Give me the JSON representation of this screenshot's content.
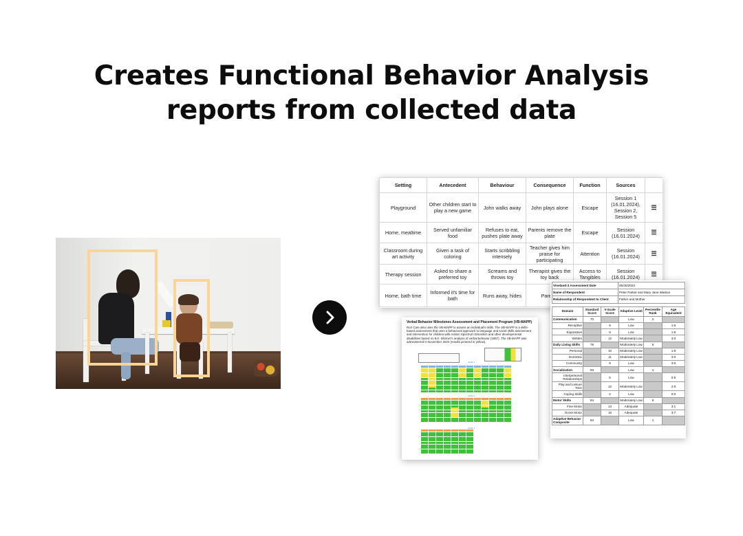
{
  "headline": {
    "line1": "Creates Functional Behavior Analysis",
    "line2": "reports from collected data"
  },
  "fba_table": {
    "headers": [
      "Setting",
      "Antecedent",
      "Behaviour",
      "Consequence",
      "Function",
      "Sources",
      ""
    ],
    "rows": [
      [
        "Playground",
        "Other children start to play a new game",
        "John walks away",
        "John plays alone",
        "Escape",
        "Session 1 (16.01.2024), Session 2, Session 5"
      ],
      [
        "Home, mealtime",
        "Served unfamiliar food",
        "Refuses to eat, pushes plate away",
        "Parents remove the plate",
        "Escape",
        "Session (16.01.2024)"
      ],
      [
        "Classroom during art activity",
        "Given a task of coloring",
        "Starts scribbling intensely",
        "Teacher gives him praise for participating",
        "Attention",
        "Session (16.01.2024)"
      ],
      [
        "Therapy session",
        "Asked to share a preferred toy",
        "Screams and throws toy",
        "Therapist gives the toy back",
        "Access to Tangibles",
        "Session (16.01.2024)"
      ],
      [
        "Home, bath time",
        "Informed it's time for bath",
        "Runs away, hides",
        "Parents",
        "",
        ""
      ]
    ],
    "row_menu_icon": "menu-icon"
  },
  "vineland": {
    "meta": [
      [
        "Vineland-3 Assessment Date",
        "05/25/2023"
      ],
      [
        "Name of Respondent",
        "Peter Parker and Mary Jane Watson"
      ],
      [
        "Relationship of Respondent to Client",
        "Father and Mother"
      ]
    ],
    "headers": [
      "Domain",
      "Standard Score",
      "V-Scale Score",
      "Adaptive Level",
      "Percentile Rank",
      "Age Equivalent"
    ],
    "rows": [
      {
        "kind": "dom",
        "cells": [
          "Communication",
          "70",
          "",
          "Low",
          "2",
          ""
        ]
      },
      {
        "kind": "sub",
        "cells": [
          "Receptive",
          "",
          "8",
          "Low",
          "",
          "1:6"
        ]
      },
      {
        "kind": "sub",
        "cells": [
          "Expressive",
          "",
          "8",
          "Low",
          "",
          "1:6"
        ]
      },
      {
        "kind": "sub",
        "cells": [
          "Written",
          "",
          "12",
          "Moderately Low",
          "",
          "3:0"
        ]
      },
      {
        "kind": "dom",
        "cells": [
          "Daily Living Skills",
          "75",
          "",
          "Moderately Low",
          "5",
          ""
        ]
      },
      {
        "kind": "sub",
        "cells": [
          "Personal",
          "",
          "10",
          "Moderately Low",
          "",
          "1:9"
        ]
      },
      {
        "kind": "sub",
        "cells": [
          "Domestic",
          "",
          "11",
          "Moderately Low",
          "",
          "3:0"
        ]
      },
      {
        "kind": "sub",
        "cells": [
          "Community",
          "",
          "9",
          "Low",
          "",
          "3:0"
        ]
      },
      {
        "kind": "dom",
        "cells": [
          "Socialization",
          "63",
          "",
          "Low",
          "1",
          ""
        ]
      },
      {
        "kind": "sub",
        "cells": [
          "Interpersonal Relationships",
          "",
          "5",
          "Low",
          "",
          "0:5"
        ]
      },
      {
        "kind": "sub",
        "cells": [
          "Play and Leisure Time",
          "",
          "12",
          "Moderately Low",
          "",
          "2:0"
        ]
      },
      {
        "kind": "sub",
        "cells": [
          "Coping Skills",
          "",
          "2",
          "Low",
          "",
          "0:0"
        ]
      },
      {
        "kind": "dom",
        "cells": [
          "Motor Skills",
          "84",
          "",
          "Moderately Low",
          "5",
          ""
        ]
      },
      {
        "kind": "sub",
        "cells": [
          "Fine Motor",
          "",
          "13",
          "Adequate",
          "",
          "3:1"
        ]
      },
      {
        "kind": "sub",
        "cells": [
          "Gross Motor",
          "",
          "15",
          "Adequate",
          "",
          "3:7"
        ]
      },
      {
        "kind": "dom",
        "cells": [
          "Adaptive Behavior Composite",
          "64",
          "",
          "Low",
          "1",
          ""
        ]
      }
    ]
  },
  "vbmapp": {
    "title": "Verbal Behavior Milestones Assessment and Placement Program (VB-MAPP)",
    "text": "Rori Care also uses the VB-MAPP to assess an individual's skills. The VB-MAPP is a skills-based assessment that uses a behavioral approach to language and social skills assessment and intervention for children with Autism Spectrum Disorders and other developmental disabilities based on B.F. Skinner's analysis of verbal behavior (1957). The VB-MAPP was administered in November 2023 (results pictured in yellow)."
  },
  "next_icon": "chevron-right-icon",
  "colors": {
    "bbox": "#fcd596",
    "arrow_bg": "#0d0d0d",
    "vb_green": "#3fc13a",
    "vb_yellow": "#f2e33b",
    "vb_header_blue": "#7fb0e6",
    "vb_header_orange": "#f59a52"
  }
}
